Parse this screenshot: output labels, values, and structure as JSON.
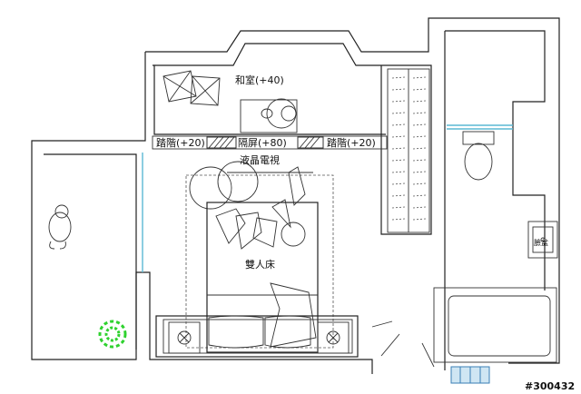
{
  "rooms": {
    "washitsu": "和室(+40)",
    "step_left": "踏階(+20)",
    "partition": "隔屏(+80)",
    "step_right": "踏階(+20)",
    "tv": "液晶電視",
    "double_bed": "雙人床",
    "sink": "臉盆"
  },
  "watermark": "#300432",
  "colors": {
    "wall": "#222222",
    "window": "#5bb8d4",
    "plant": "#2fd22f"
  }
}
